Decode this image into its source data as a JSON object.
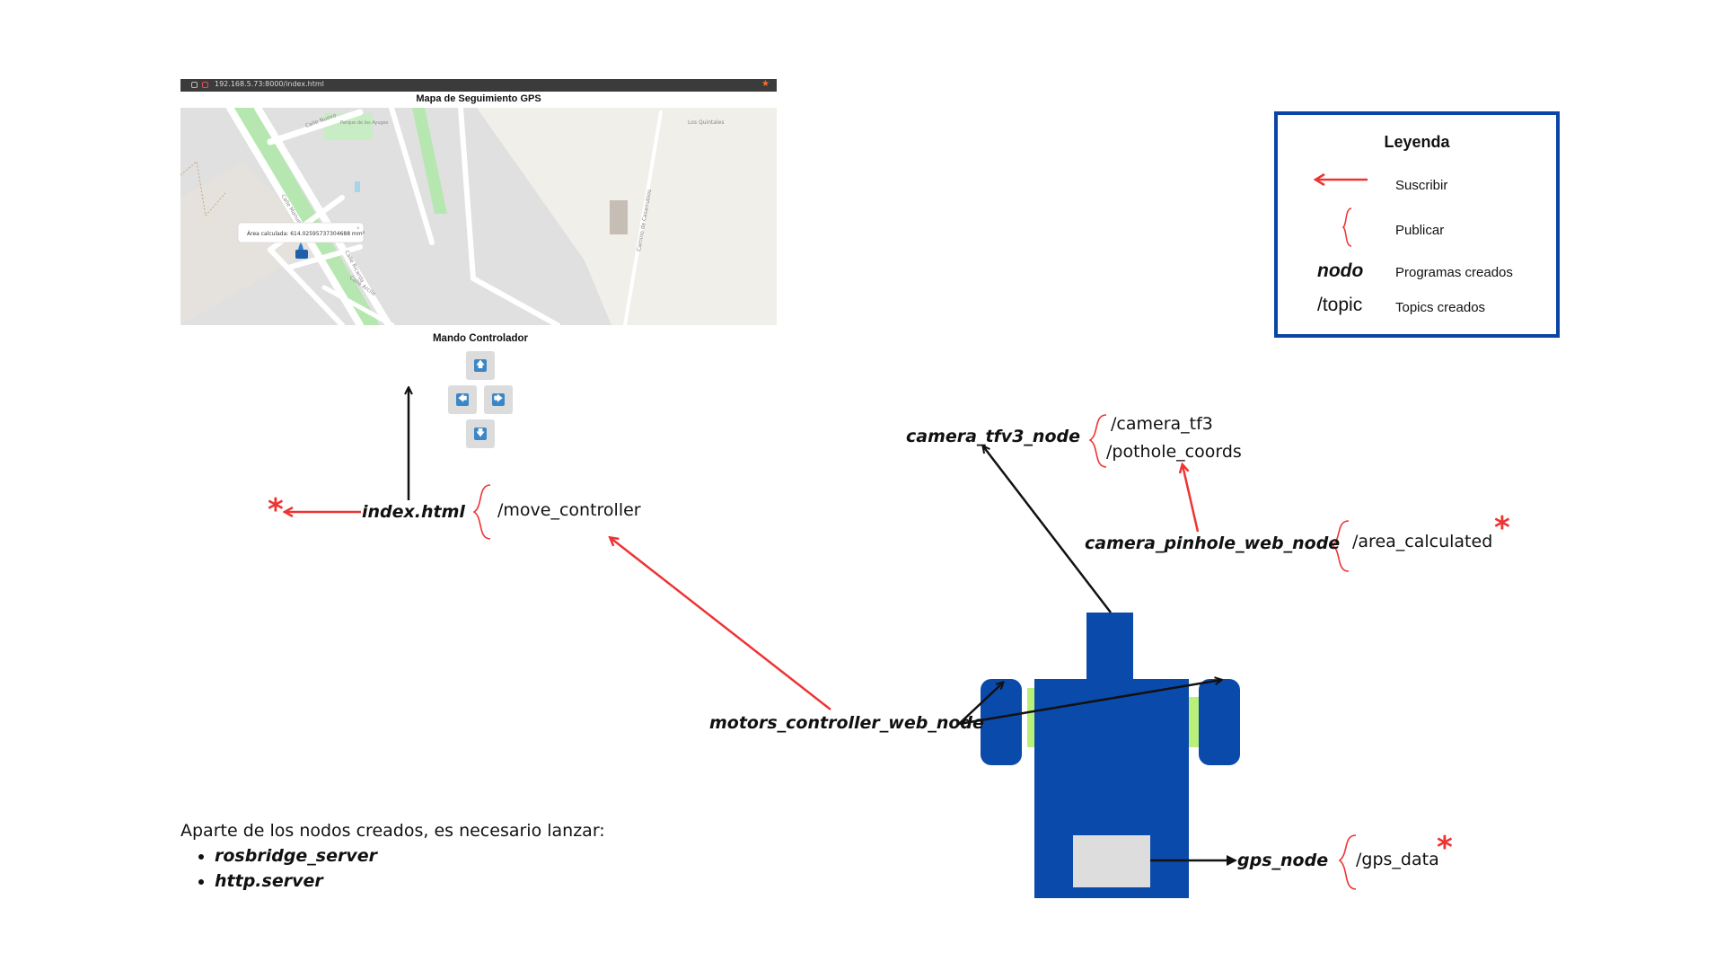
{
  "browser": {
    "url": "192.168.5.73:8000/index.html",
    "map_title": "Mapa de Seguimiento GPS",
    "map": {
      "labels": [
        "Calle Nuevo",
        "Parque de los Ayuges",
        "Los Quintales",
        "Calle Manuela",
        "Calle Ricarda",
        "Calle Arcila",
        "Camino de Casarrubios"
      ],
      "popup": "Área calculada: 614.02595737304688 mm²",
      "marker_icon": "map-marker-icon"
    }
  },
  "controller": {
    "title": "Mando Controlador",
    "buttons": [
      {
        "name": "up",
        "glyph": "🡅"
      },
      {
        "name": "left",
        "glyph": "🡄"
      },
      {
        "name": "right",
        "glyph": "🡆"
      },
      {
        "name": "down",
        "glyph": "🡇"
      }
    ]
  },
  "legend": {
    "title": "Leyenda",
    "items": [
      {
        "symbol": "arrow",
        "label": "Suscribir"
      },
      {
        "symbol": "brace",
        "label": "Publicar"
      },
      {
        "symbol": "nodo",
        "label": "Programas creados"
      },
      {
        "symbol": "/topic",
        "label": "Topics creados"
      }
    ]
  },
  "nodes": {
    "index": "index.html",
    "camera_tfv3": "camera_tfv3_node",
    "camera_pinhole": "camera_pinhole_web_node",
    "motors": "motors_controller_web_node",
    "gps": "gps_node"
  },
  "topics": {
    "move_controller": "/move_controller",
    "camera_tf3": "/camera_tf3",
    "pothole_coords": "/pothole_coords",
    "area_calculated": "/area_calculated",
    "gps_data": "/gps_data"
  },
  "asterisk": "*",
  "note": {
    "intro": "Aparte de los nodos creados, es necesario lanzar:",
    "items": [
      "rosbridge_server",
      "http.server"
    ]
  },
  "colors": {
    "robot_blue": "#0a4aab",
    "wheel_axle_green": "#b8f07a",
    "subscribe_red": "#ee3333",
    "legend_border": "#0a45a6"
  }
}
